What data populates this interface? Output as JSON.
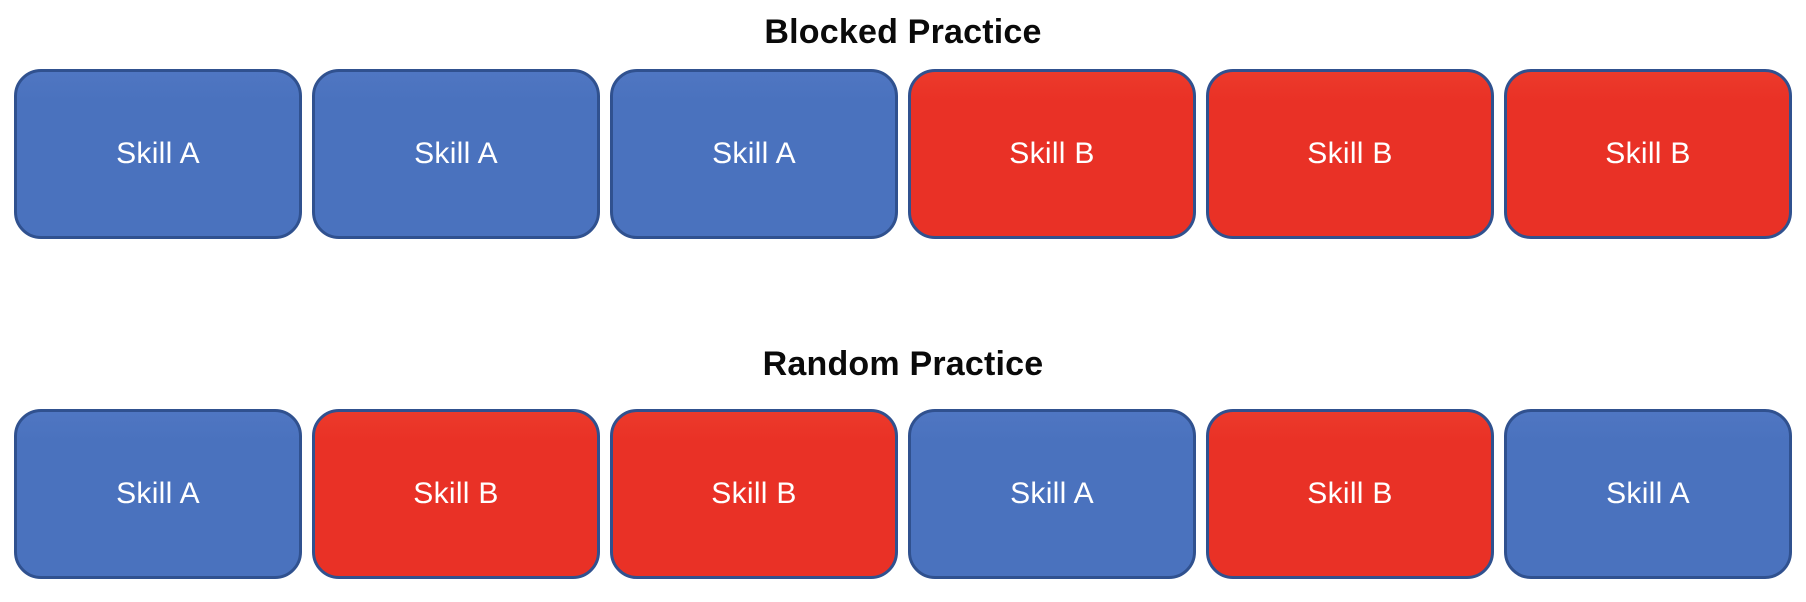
{
  "colors": {
    "background": "#ffffff",
    "title": "#0a0a0a",
    "box_border": "#30518f",
    "box_label": "#ffffff",
    "skill_a_fill": "#4a72be",
    "skill_b_fill": "#e93126"
  },
  "rows": [
    {
      "title": "Blocked Practice",
      "boxes": [
        {
          "skill": "A",
          "label": "Skill A"
        },
        {
          "skill": "A",
          "label": "Skill A"
        },
        {
          "skill": "A",
          "label": "Skill A"
        },
        {
          "skill": "B",
          "label": "Skill B"
        },
        {
          "skill": "B",
          "label": "Skill B"
        },
        {
          "skill": "B",
          "label": "Skill B"
        }
      ]
    },
    {
      "title": "Random Practice",
      "boxes": [
        {
          "skill": "A",
          "label": "Skill A"
        },
        {
          "skill": "B",
          "label": "Skill B"
        },
        {
          "skill": "B",
          "label": "Skill B"
        },
        {
          "skill": "A",
          "label": "Skill A"
        },
        {
          "skill": "B",
          "label": "Skill B"
        },
        {
          "skill": "A",
          "label": "Skill A"
        }
      ]
    }
  ]
}
